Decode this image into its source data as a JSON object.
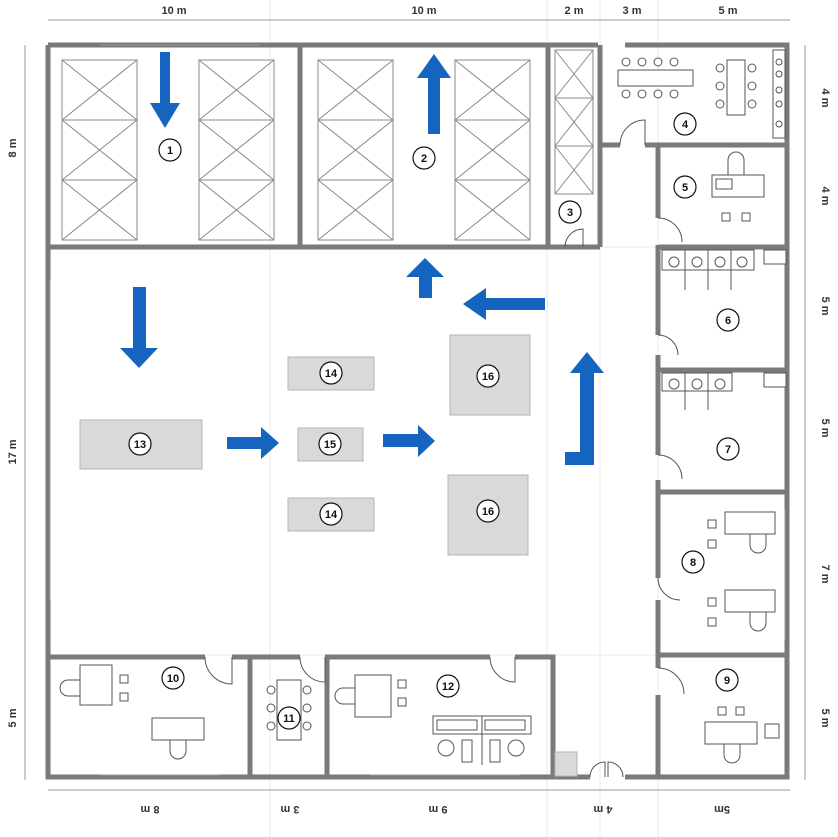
{
  "dimensions": {
    "top": [
      "10 m",
      "10 m",
      "2 m",
      "3 m",
      "5 m"
    ],
    "bottom": [
      "8 m",
      "3 m",
      "9 m",
      "4 m",
      "5m"
    ],
    "left": [
      "8 m",
      "17 m",
      "5 m"
    ],
    "right": [
      "4 m",
      "4 m",
      "5 m",
      "5 m",
      "7 m",
      "5 m"
    ]
  },
  "rooms": {
    "r1": "1",
    "r2": "2",
    "r3": "3",
    "r4": "4",
    "r5": "5",
    "r6": "6",
    "r7": "7",
    "r8": "8",
    "r9": "9",
    "r10": "10",
    "r11": "11",
    "r12": "12"
  },
  "zones": {
    "z13": "13",
    "z14a": "14",
    "z14b": "14",
    "z15": "15",
    "z16a": "16",
    "z16b": "16"
  },
  "colors": {
    "wall": "#7a7a7a",
    "arrow": "#1565c0",
    "zone": "#d9d9d9"
  }
}
